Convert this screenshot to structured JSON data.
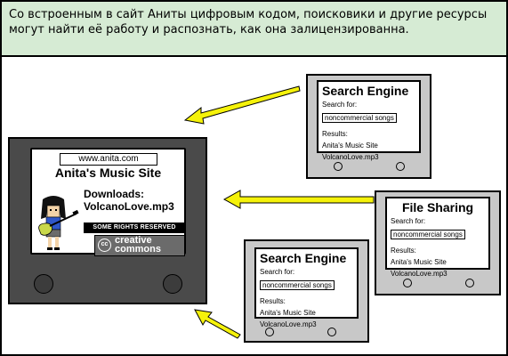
{
  "caption": "Со встроенным в сайт Аниты цифровым кодом, поисковики и другие ресурсы могут найти её работу и распознать, как она залицензированна.",
  "anita_device": {
    "url": "www.anita.com",
    "title": "Anita's Music Site",
    "downloads_label": "Downloads:",
    "file": "VolcanoLove.mp3",
    "rights": "SOME RIGHTS RESERVED",
    "cc_mark": "cc",
    "cc_word1": "creative",
    "cc_word2": "commons"
  },
  "panels": [
    {
      "title": "Search Engine",
      "search_label": "Search for:",
      "query": "noncommercial songs",
      "results_label": "Results:",
      "results": [
        "Anita's Music Site",
        "VolcanoLove.mp3"
      ]
    },
    {
      "title": "File Sharing",
      "search_label": "Search for:",
      "query": "noncommercial songs",
      "results_label": "Results:",
      "results": [
        "Anita's Music Site",
        "VolcanoLove.mp3"
      ]
    },
    {
      "title": "Search Engine",
      "search_label": "Search for:",
      "query": "noncommercial songs",
      "results_label": "Results:",
      "results": [
        "Anita's Music Site",
        "VolcanoLove.mp3"
      ]
    }
  ],
  "colors": {
    "caption_bg": "#d6ebd4",
    "arrow_fill": "#f5f20a",
    "anita_device": "#4a4a4a",
    "panel_device": "#c8c8c8",
    "cc_badge": "#6b6b6b"
  }
}
